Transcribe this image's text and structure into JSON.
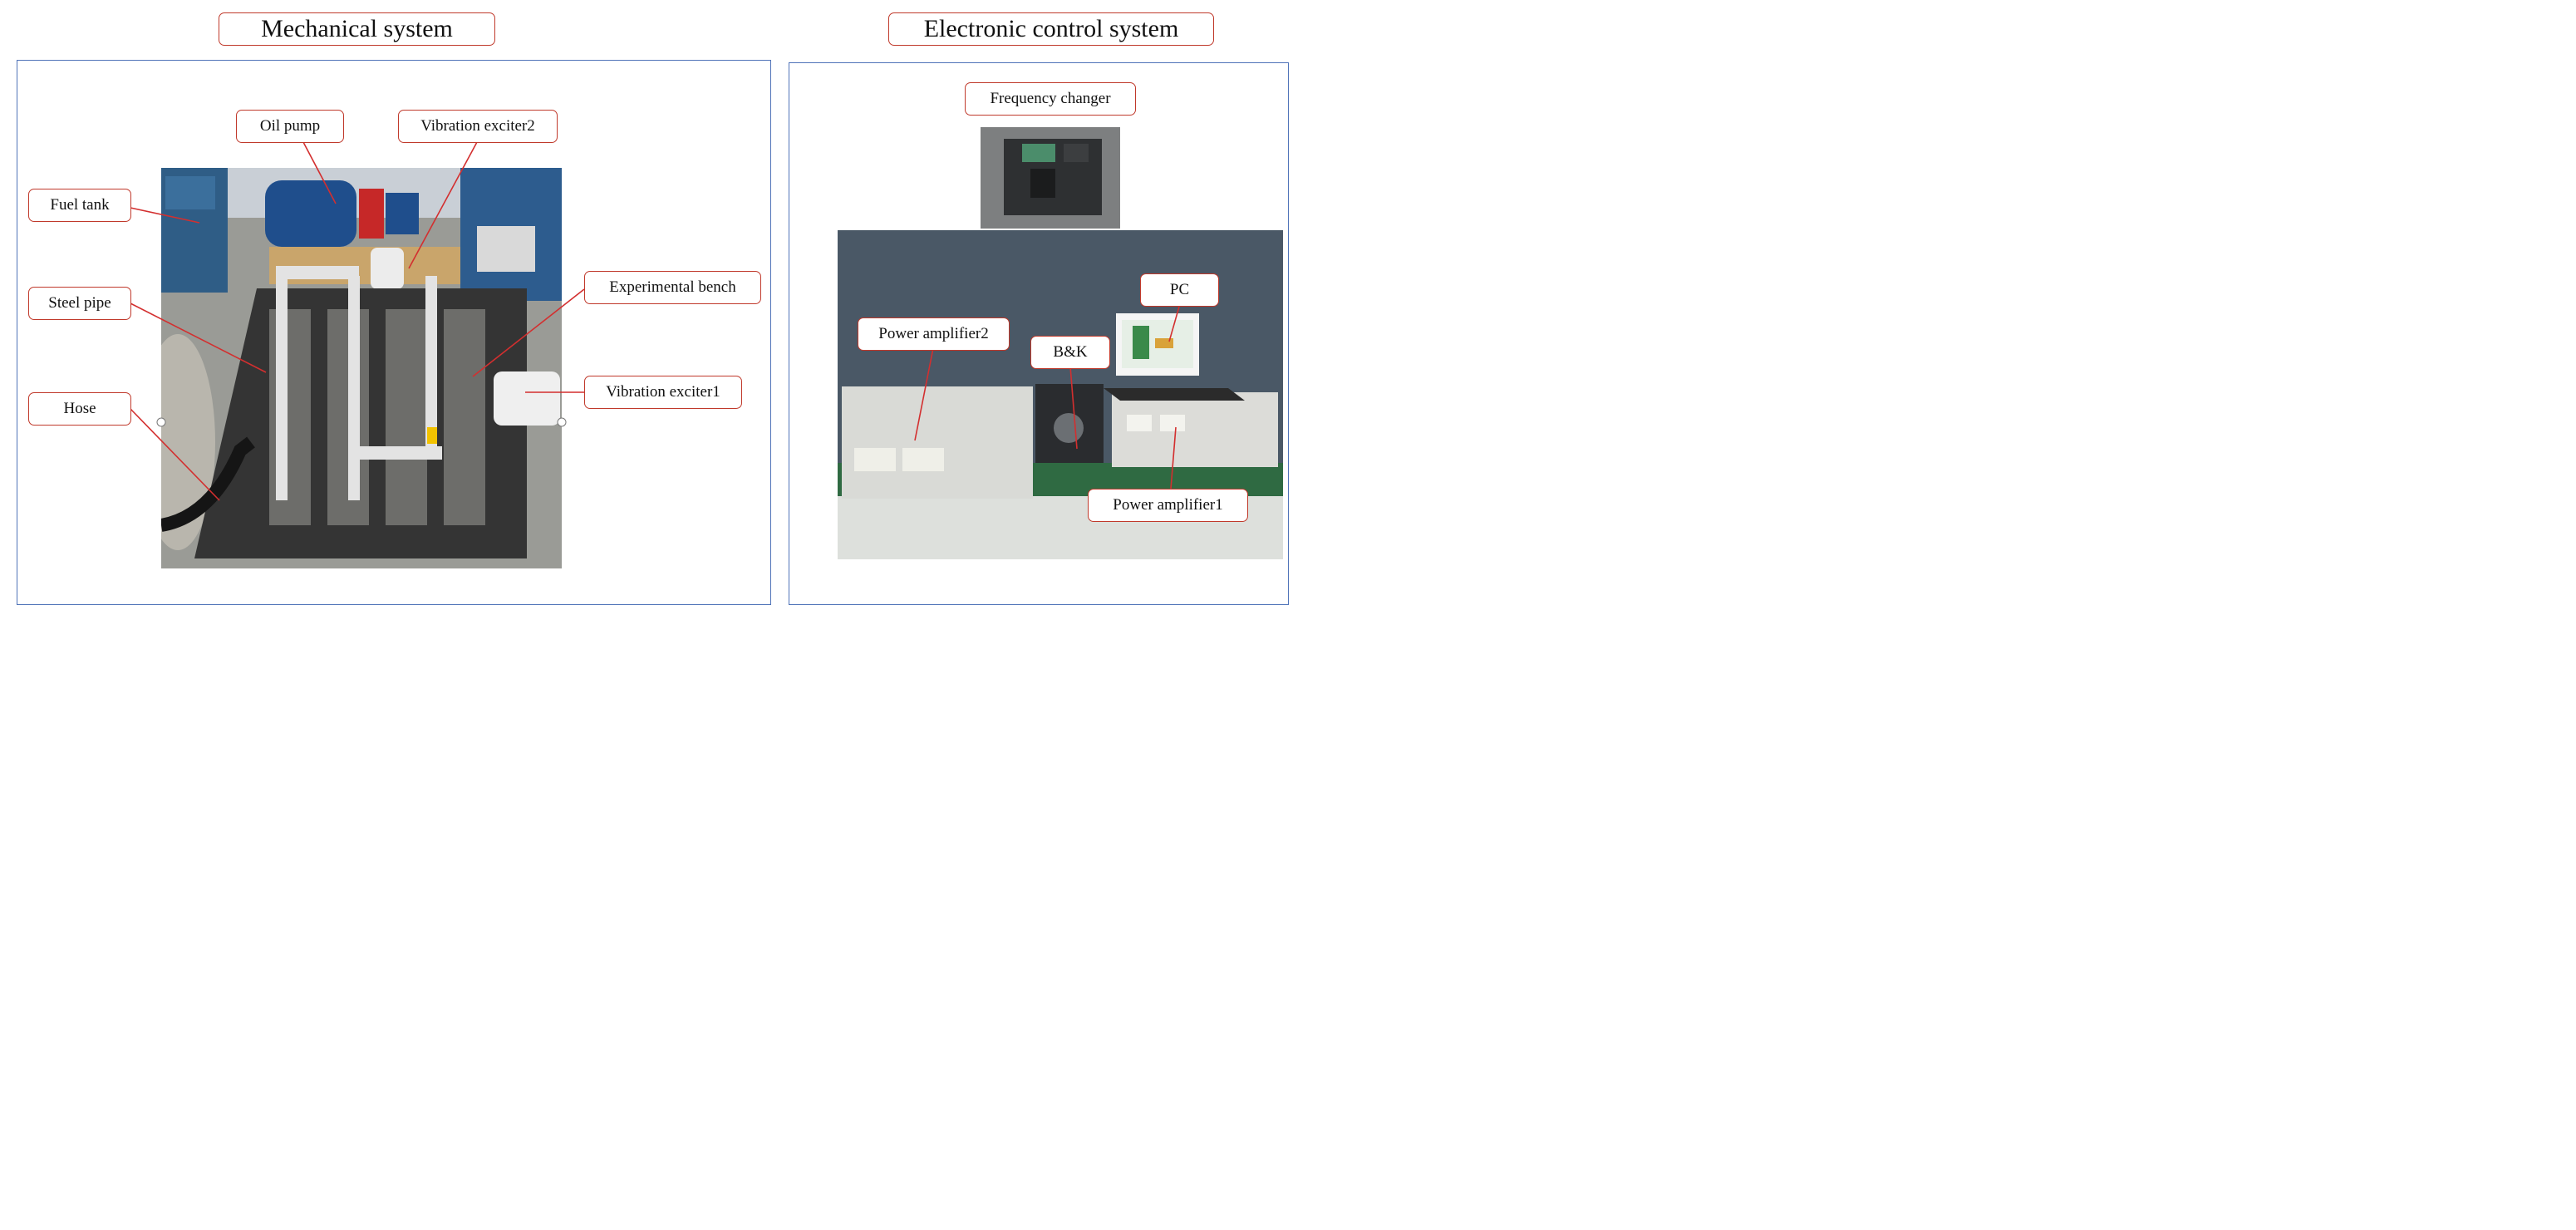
{
  "titles": {
    "mechanical": "Mechanical system",
    "electronic": "Electronic control system"
  },
  "labels": {
    "oil_pump": "Oil pump",
    "vibration_exciter2": "Vibration exciter2",
    "fuel_tank": "Fuel tank",
    "experimental_bench": "Experimental bench",
    "steel_pipe": "Steel pipe",
    "vibration_exciter1": "Vibration exciter1",
    "hose": "Hose",
    "frequency_changer": "Frequency changer",
    "pc": "PC",
    "power_amplifier2": "Power amplifier2",
    "bk": "B&K",
    "power_amplifier1": "Power amplifier1"
  },
  "colors": {
    "label_border": "#c0392b",
    "panel_border": "#4f73b8",
    "leader_line": "#d32f2f"
  }
}
